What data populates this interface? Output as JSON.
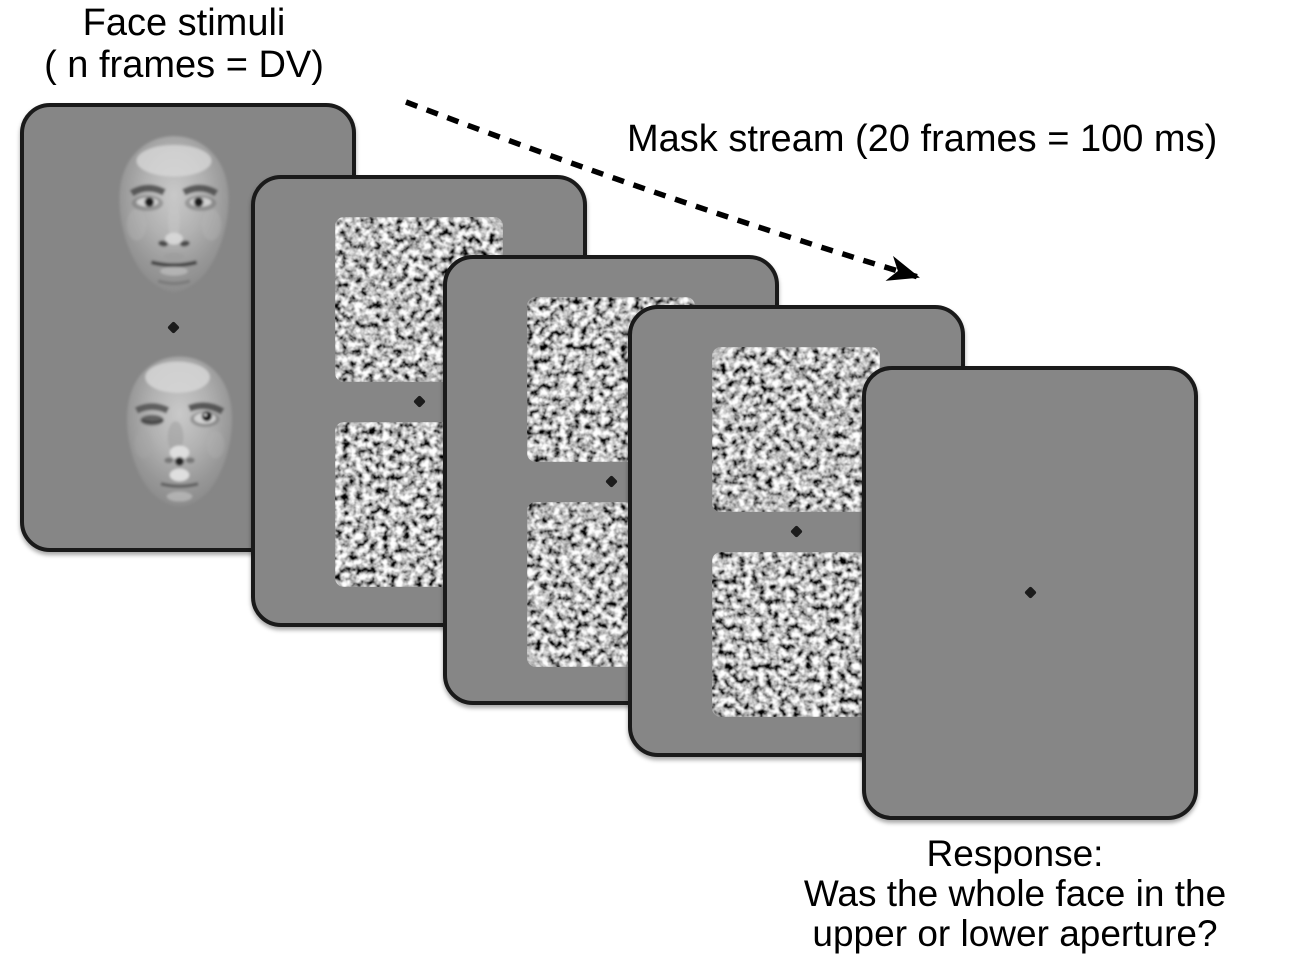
{
  "labels": {
    "face_stimuli": {
      "line1": "Face stimuli",
      "line2": "( n frames = DV)"
    },
    "mask_stream": "Mask stream (20 frames = 100 ms)",
    "response": {
      "line1": "Response:",
      "line2": "Was the whole face in the",
      "line3": "upper or lower aperture?"
    }
  },
  "screens": {
    "count": 5,
    "sequence": [
      "face-stimuli-screen",
      "mask-screen-1",
      "mask-screen-2",
      "mask-screen-3",
      "response-screen"
    ],
    "face_apertures_per_screen": 2,
    "noise_masks_per_screen": 2,
    "fixation_marker": "small black diamond at screen center"
  },
  "colors": {
    "background": "#ffffff",
    "screen_fill": "#868686",
    "screen_border": "#1a1a1a",
    "text": "#000000",
    "fixation": "#1c1c1c",
    "arrow": "#000000"
  }
}
